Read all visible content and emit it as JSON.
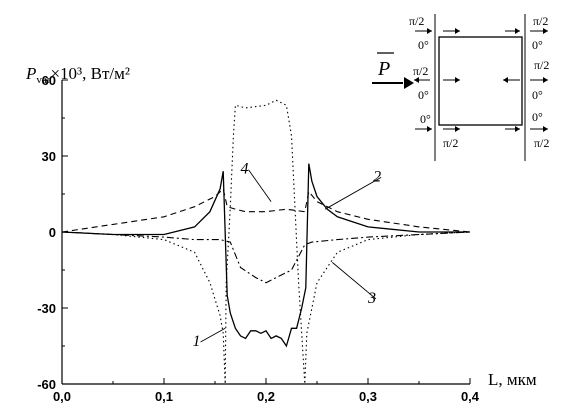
{
  "chart_data": {
    "type": "line",
    "ylabel": {
      "symbol": "P",
      "subscript": "var",
      "rest": "×10³, Вт/м²"
    },
    "xlabel": "L, мкм",
    "xlim": [
      0.0,
      0.4
    ],
    "ylim": [
      -60,
      60
    ],
    "x_ticks": [
      "0,0",
      "0,1",
      "0,2",
      "0,3",
      "0,4"
    ],
    "x_tick_values": [
      0.0,
      0.1,
      0.2,
      0.3,
      0.4
    ],
    "y_ticks": [
      "60",
      "30",
      "0",
      "-30",
      "-60"
    ],
    "y_tick_values": [
      60,
      30,
      0,
      -30,
      -60
    ],
    "grid": false,
    "series": [
      {
        "name": "1",
        "style": "solid",
        "color": "#000000",
        "points": [
          [
            0.0,
            0
          ],
          [
            0.05,
            -1
          ],
          [
            0.1,
            -1
          ],
          [
            0.13,
            2
          ],
          [
            0.145,
            8
          ],
          [
            0.155,
            17
          ],
          [
            0.158,
            24
          ],
          [
            0.162,
            -25
          ],
          [
            0.165,
            -32
          ],
          [
            0.17,
            -38
          ],
          [
            0.175,
            -41
          ],
          [
            0.18,
            -42
          ],
          [
            0.185,
            -39
          ],
          [
            0.19,
            -39
          ],
          [
            0.195,
            -40
          ],
          [
            0.2,
            -39
          ],
          [
            0.205,
            -42
          ],
          [
            0.21,
            -41
          ],
          [
            0.215,
            -42
          ],
          [
            0.22,
            -45
          ],
          [
            0.225,
            -38
          ],
          [
            0.23,
            -38
          ],
          [
            0.235,
            -30
          ],
          [
            0.239,
            -22
          ],
          [
            0.242,
            27
          ],
          [
            0.245,
            20
          ],
          [
            0.25,
            14
          ],
          [
            0.26,
            9
          ],
          [
            0.27,
            6
          ],
          [
            0.3,
            2
          ],
          [
            0.35,
            0
          ],
          [
            0.4,
            0
          ]
        ]
      },
      {
        "name": "2",
        "style": "dashed",
        "color": "#000000",
        "points": [
          [
            0.0,
            0
          ],
          [
            0.05,
            3
          ],
          [
            0.1,
            6
          ],
          [
            0.13,
            10
          ],
          [
            0.15,
            14
          ],
          [
            0.158,
            17
          ],
          [
            0.162,
            10
          ],
          [
            0.17,
            9
          ],
          [
            0.18,
            8
          ],
          [
            0.2,
            8
          ],
          [
            0.22,
            9
          ],
          [
            0.238,
            8
          ],
          [
            0.242,
            16
          ],
          [
            0.25,
            12
          ],
          [
            0.27,
            8
          ],
          [
            0.3,
            5
          ],
          [
            0.35,
            2
          ],
          [
            0.4,
            0
          ]
        ]
      },
      {
        "name": "3",
        "style": "dashdot",
        "color": "#000000",
        "points": [
          [
            0.0,
            0
          ],
          [
            0.05,
            -1
          ],
          [
            0.1,
            -2
          ],
          [
            0.13,
            -3
          ],
          [
            0.155,
            -3
          ],
          [
            0.165,
            -4
          ],
          [
            0.175,
            -14
          ],
          [
            0.19,
            -18
          ],
          [
            0.2,
            -20
          ],
          [
            0.21,
            -18
          ],
          [
            0.225,
            -15
          ],
          [
            0.238,
            -5
          ],
          [
            0.245,
            -4
          ],
          [
            0.27,
            -3
          ],
          [
            0.3,
            -2
          ],
          [
            0.35,
            -1
          ],
          [
            0.4,
            0
          ]
        ]
      },
      {
        "name": "4",
        "style": "dotted",
        "color": "#000000",
        "points": [
          [
            0.0,
            0
          ],
          [
            0.05,
            -1
          ],
          [
            0.1,
            -3
          ],
          [
            0.13,
            -8
          ],
          [
            0.145,
            -20
          ],
          [
            0.155,
            -33
          ],
          [
            0.158,
            -40
          ],
          [
            0.16,
            -60
          ],
          [
            0.161,
            -20
          ],
          [
            0.163,
            -5
          ],
          [
            0.165,
            10
          ],
          [
            0.168,
            38
          ],
          [
            0.17,
            50
          ],
          [
            0.18,
            49
          ],
          [
            0.2,
            50
          ],
          [
            0.21,
            52
          ],
          [
            0.22,
            50
          ],
          [
            0.225,
            38
          ],
          [
            0.232,
            -20
          ],
          [
            0.238,
            -60
          ],
          [
            0.24,
            -40
          ],
          [
            0.245,
            -30
          ],
          [
            0.25,
            -20
          ],
          [
            0.27,
            -8
          ],
          [
            0.3,
            -3
          ],
          [
            0.35,
            -1
          ],
          [
            0.4,
            0
          ]
        ]
      }
    ],
    "curve_labels": [
      {
        "text": "1",
        "x": 0.128,
        "y": -45,
        "tx": 0.16,
        "ty": -38
      },
      {
        "text": "2",
        "x": 0.305,
        "y": 20,
        "tx": 0.258,
        "ty": 9
      },
      {
        "text": "3",
        "x": 0.3,
        "y": -28,
        "tx": 0.265,
        "ty": -12
      },
      {
        "text": "4",
        "x": 0.175,
        "y": 23,
        "tx": 0.205,
        "ty": 12
      }
    ]
  },
  "inset": {
    "force_label": "P",
    "labels_left": [
      "π/2",
      "0°",
      "π/2",
      "0°",
      "0°",
      "π/2"
    ],
    "labels_right": [
      "π/2",
      "0°",
      "π/2",
      "0°",
      "0°",
      "π/2"
    ]
  }
}
